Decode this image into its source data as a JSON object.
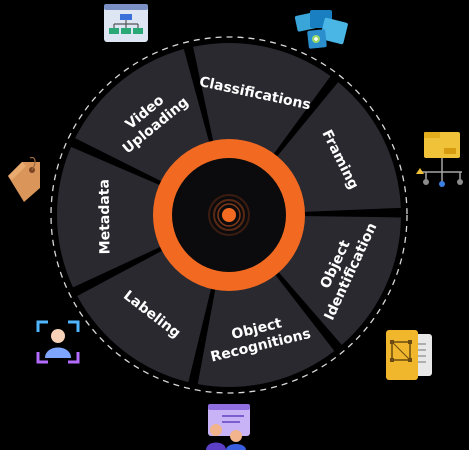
{
  "wheel": {
    "segments": [
      {
        "id": "metadata",
        "lines": [
          "Metadata"
        ]
      },
      {
        "id": "video-uploading",
        "lines": [
          "Video",
          "Uploading"
        ]
      },
      {
        "id": "classifications",
        "lines": [
          "Classifications"
        ]
      },
      {
        "id": "framing",
        "lines": [
          "Framing"
        ]
      },
      {
        "id": "object-identification",
        "lines": [
          "Object",
          "Identification"
        ]
      },
      {
        "id": "object-recognitions",
        "lines": [
          "Object",
          "Recognitions"
        ]
      },
      {
        "id": "labeling",
        "lines": [
          "Labeling"
        ]
      }
    ]
  },
  "icons": [
    {
      "name": "flowchart-icon"
    },
    {
      "name": "image-gallery-icon"
    },
    {
      "name": "folder-network-icon"
    },
    {
      "name": "frame-document-icon"
    },
    {
      "name": "person-card-icon"
    },
    {
      "name": "face-scan-icon"
    },
    {
      "name": "price-tag-icon"
    }
  ],
  "colors": {
    "background": "#000000",
    "segment": "#2a2930",
    "divider": "#000000",
    "ring": "#f26a21",
    "center": "#0b0b0d",
    "text": "#ffffff"
  }
}
